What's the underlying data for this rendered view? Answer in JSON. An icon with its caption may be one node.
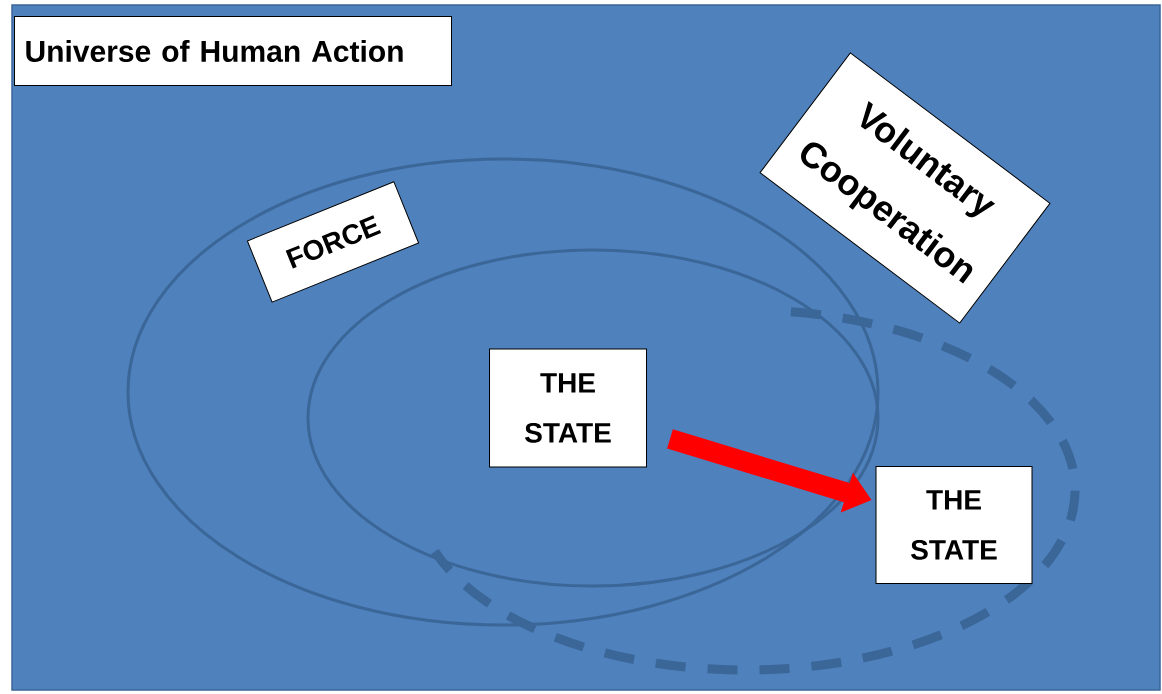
{
  "diagram": {
    "nodes": [
      {
        "text": [
          "Universe of Human Action"
        ]
      },
      {
        "text": [
          "FORCE"
        ]
      },
      {
        "text": [
          "Voluntary Cooperation"
        ]
      },
      {
        "text": [
          "THE STATE"
        ]
      },
      {
        "text": [
          "THE STATE"
        ]
      }
    ],
    "edges": [
      {
        "from": 3,
        "to": 4,
        "arrow": "to",
        "color": "#ff0000"
      }
    ]
  }
}
